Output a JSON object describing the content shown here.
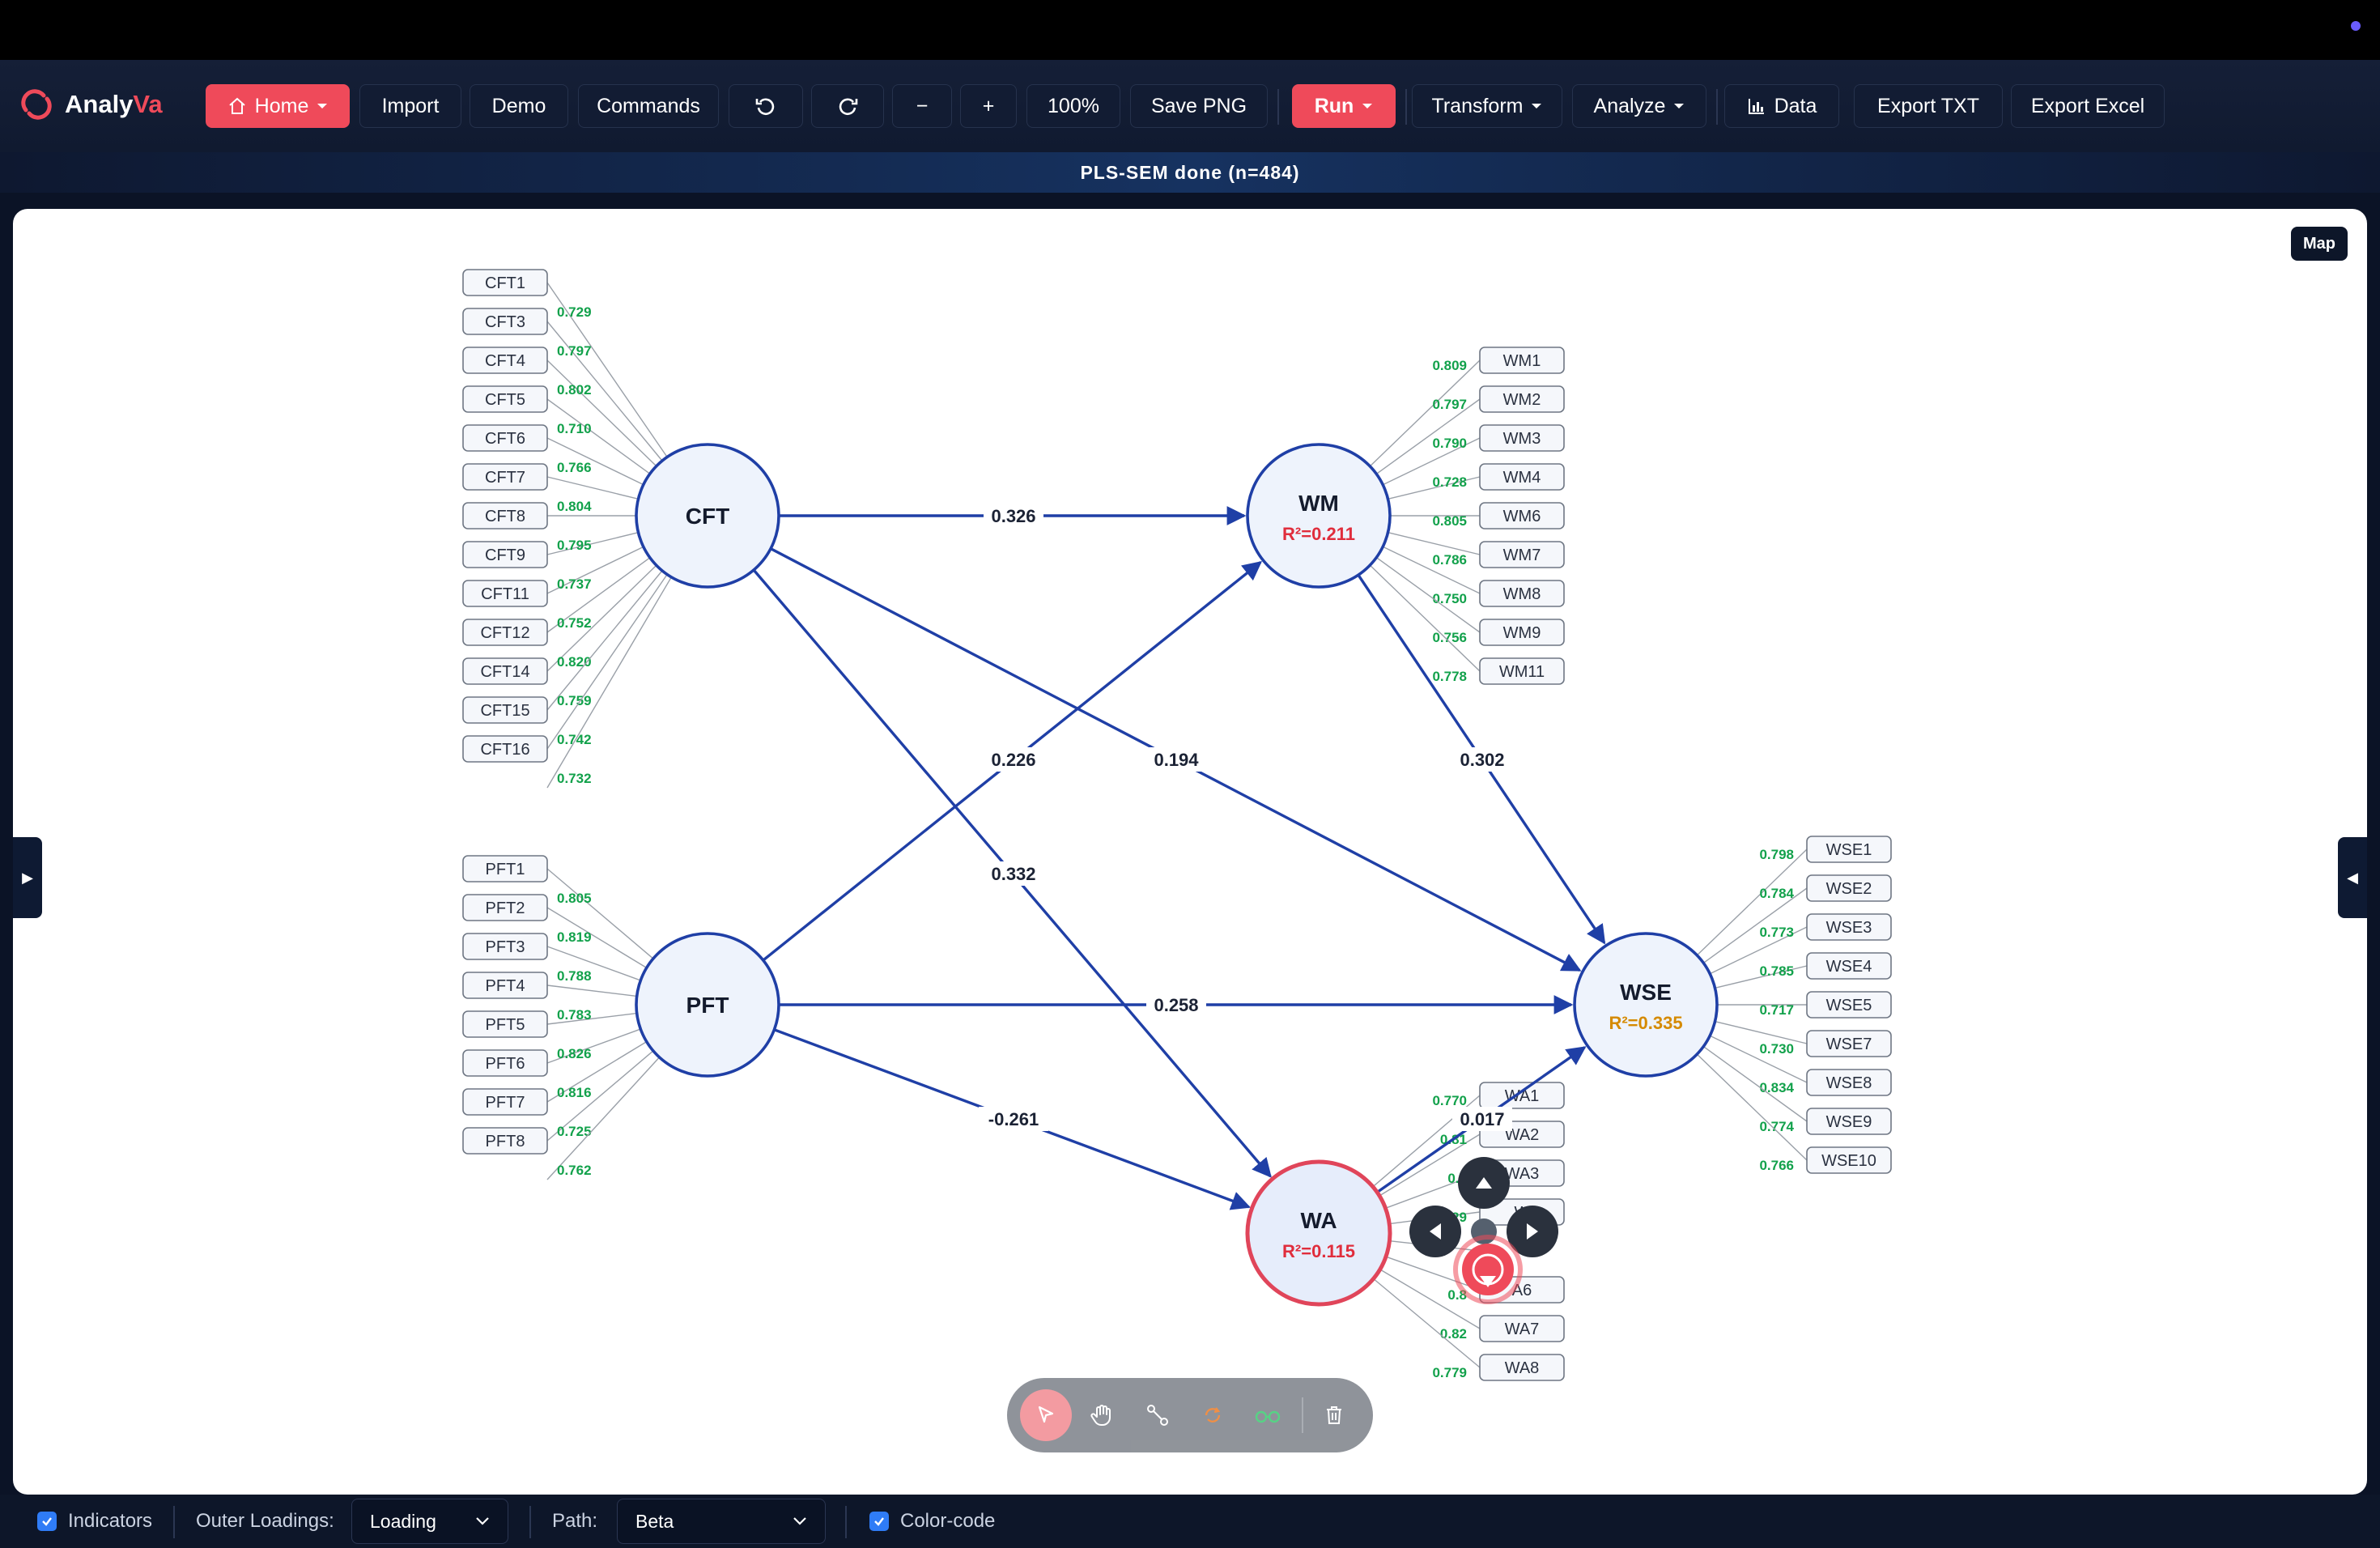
{
  "app": {
    "name_part1": "Analy",
    "name_part2": "Va"
  },
  "toolbar": {
    "home": "Home",
    "import": "Import",
    "demo": "Demo",
    "commands": "Commands",
    "zoom_out": "−",
    "zoom_in": "+",
    "zoom_level": "100%",
    "save_png": "Save PNG",
    "run": "Run",
    "transform": "Transform",
    "analyze": "Analyze",
    "data": "Data",
    "export_txt": "Export TXT",
    "export_excel": "Export Excel"
  },
  "status": "PLS-SEM done (n=484)",
  "canvas": {
    "map_button": "Map",
    "left_tab": "▶",
    "right_tab": "◀"
  },
  "model": {
    "constructs": [
      {
        "id": "CFT",
        "label": "CFT",
        "r2": ""
      },
      {
        "id": "PFT",
        "label": "PFT",
        "r2": ""
      },
      {
        "id": "WM",
        "label": "WM",
        "r2": "R²=0.211"
      },
      {
        "id": "WSE",
        "label": "WSE",
        "r2": "R²=0.335"
      },
      {
        "id": "WA",
        "label": "WA",
        "r2": "R²=0.115"
      }
    ],
    "colors": {
      "construct_border": "#1f3fa6",
      "construct_fill": "#eef3fc",
      "path_line": "#1f3fa6",
      "loading_text": "#12a14b",
      "r2_red": "#e02d3c",
      "r2_orange": "#d58a00",
      "selected_border": "#e0455a"
    },
    "paths": [
      {
        "from": "CFT",
        "to": "WM",
        "beta": "0.326"
      },
      {
        "from": "PFT",
        "to": "WM",
        "beta": "0.226"
      },
      {
        "from": "CFT",
        "to": "WSE",
        "beta": "0.194"
      },
      {
        "from": "WM",
        "to": "WSE",
        "beta": "0.302"
      },
      {
        "from": "CFT",
        "to": "WA",
        "beta": "0.332"
      },
      {
        "from": "PFT",
        "to": "WSE",
        "beta": "0.258"
      },
      {
        "from": "PFT",
        "to": "WA",
        "beta": "-0.261"
      },
      {
        "from": "WA",
        "to": "WSE",
        "beta": "0.017"
      }
    ],
    "indicators": {
      "CFT": [
        {
          "name": "CFT1",
          "loading": ""
        },
        {
          "name": "CFT3",
          "loading": "0.729"
        },
        {
          "name": "CFT4",
          "loading": "0.797"
        },
        {
          "name": "CFT5",
          "loading": "0.802"
        },
        {
          "name": "CFT6",
          "loading": "0.710"
        },
        {
          "name": "CFT7",
          "loading": "0.766"
        },
        {
          "name": "CFT8",
          "loading": "0.804"
        },
        {
          "name": "CFT9",
          "loading": "0.795"
        },
        {
          "name": "CFT11",
          "loading": "0.737"
        },
        {
          "name": "CFT12",
          "loading": "0.752"
        },
        {
          "name": "CFT14",
          "loading": "0.820"
        },
        {
          "name": "CFT15",
          "loading": "0.759"
        },
        {
          "name": "CFT16",
          "loading": "0.742"
        },
        {
          "name": "",
          "loading": "0.732"
        }
      ],
      "PFT": [
        {
          "name": "PFT1",
          "loading": ""
        },
        {
          "name": "PFT2",
          "loading": "0.805"
        },
        {
          "name": "PFT3",
          "loading": "0.819"
        },
        {
          "name": "PFT4",
          "loading": "0.788"
        },
        {
          "name": "PFT5",
          "loading": "0.783"
        },
        {
          "name": "PFT6",
          "loading": "0.826"
        },
        {
          "name": "PFT7",
          "loading": "0.816"
        },
        {
          "name": "PFT8",
          "loading": "0.725"
        },
        {
          "name": "",
          "loading": "0.762"
        }
      ],
      "WM": [
        {
          "name": "WM1",
          "loading": "0.809"
        },
        {
          "name": "WM2",
          "loading": "0.797"
        },
        {
          "name": "WM3",
          "loading": "0.790"
        },
        {
          "name": "WM4",
          "loading": "0.728"
        },
        {
          "name": "WM6",
          "loading": "0.805"
        },
        {
          "name": "WM7",
          "loading": "0.786"
        },
        {
          "name": "WM8",
          "loading": "0.750"
        },
        {
          "name": "WM9",
          "loading": "0.756"
        },
        {
          "name": "WM11",
          "loading": "0.778"
        }
      ],
      "WSE": [
        {
          "name": "WSE1",
          "loading": "0.798"
        },
        {
          "name": "WSE2",
          "loading": "0.784"
        },
        {
          "name": "WSE3",
          "loading": "0.773"
        },
        {
          "name": "WSE4",
          "loading": "0.785"
        },
        {
          "name": "WSE5",
          "loading": "0.717"
        },
        {
          "name": "WSE7",
          "loading": "0.730"
        },
        {
          "name": "WSE8",
          "loading": "0.834"
        },
        {
          "name": "WSE9",
          "loading": "0.774"
        },
        {
          "name": "WSE10",
          "loading": "0.766"
        }
      ],
      "WA": [
        {
          "name": "WA1",
          "loading": "0.770"
        },
        {
          "name": "WA2",
          "loading": "0.81"
        },
        {
          "name": "WA3",
          "loading": "0.8"
        },
        {
          "name": "W",
          "loading": "29"
        },
        {
          "name": "",
          "loading": ""
        },
        {
          "name": "A6",
          "loading": "0.8"
        },
        {
          "name": "WA7",
          "loading": "0.82"
        },
        {
          "name": "WA8",
          "loading": "0.779"
        }
      ]
    }
  },
  "bottombar": {
    "indicators_label": "Indicators",
    "outer_loadings_label": "Outer Loadings:",
    "outer_loadings_value": "Loading",
    "path_label": "Path:",
    "path_value": "Beta",
    "color_code_label": "Color-code"
  },
  "floating_tools": [
    "select-icon",
    "hand-icon",
    "connect-icon",
    "rotate-icon",
    "glasses-icon",
    "trash-icon"
  ]
}
